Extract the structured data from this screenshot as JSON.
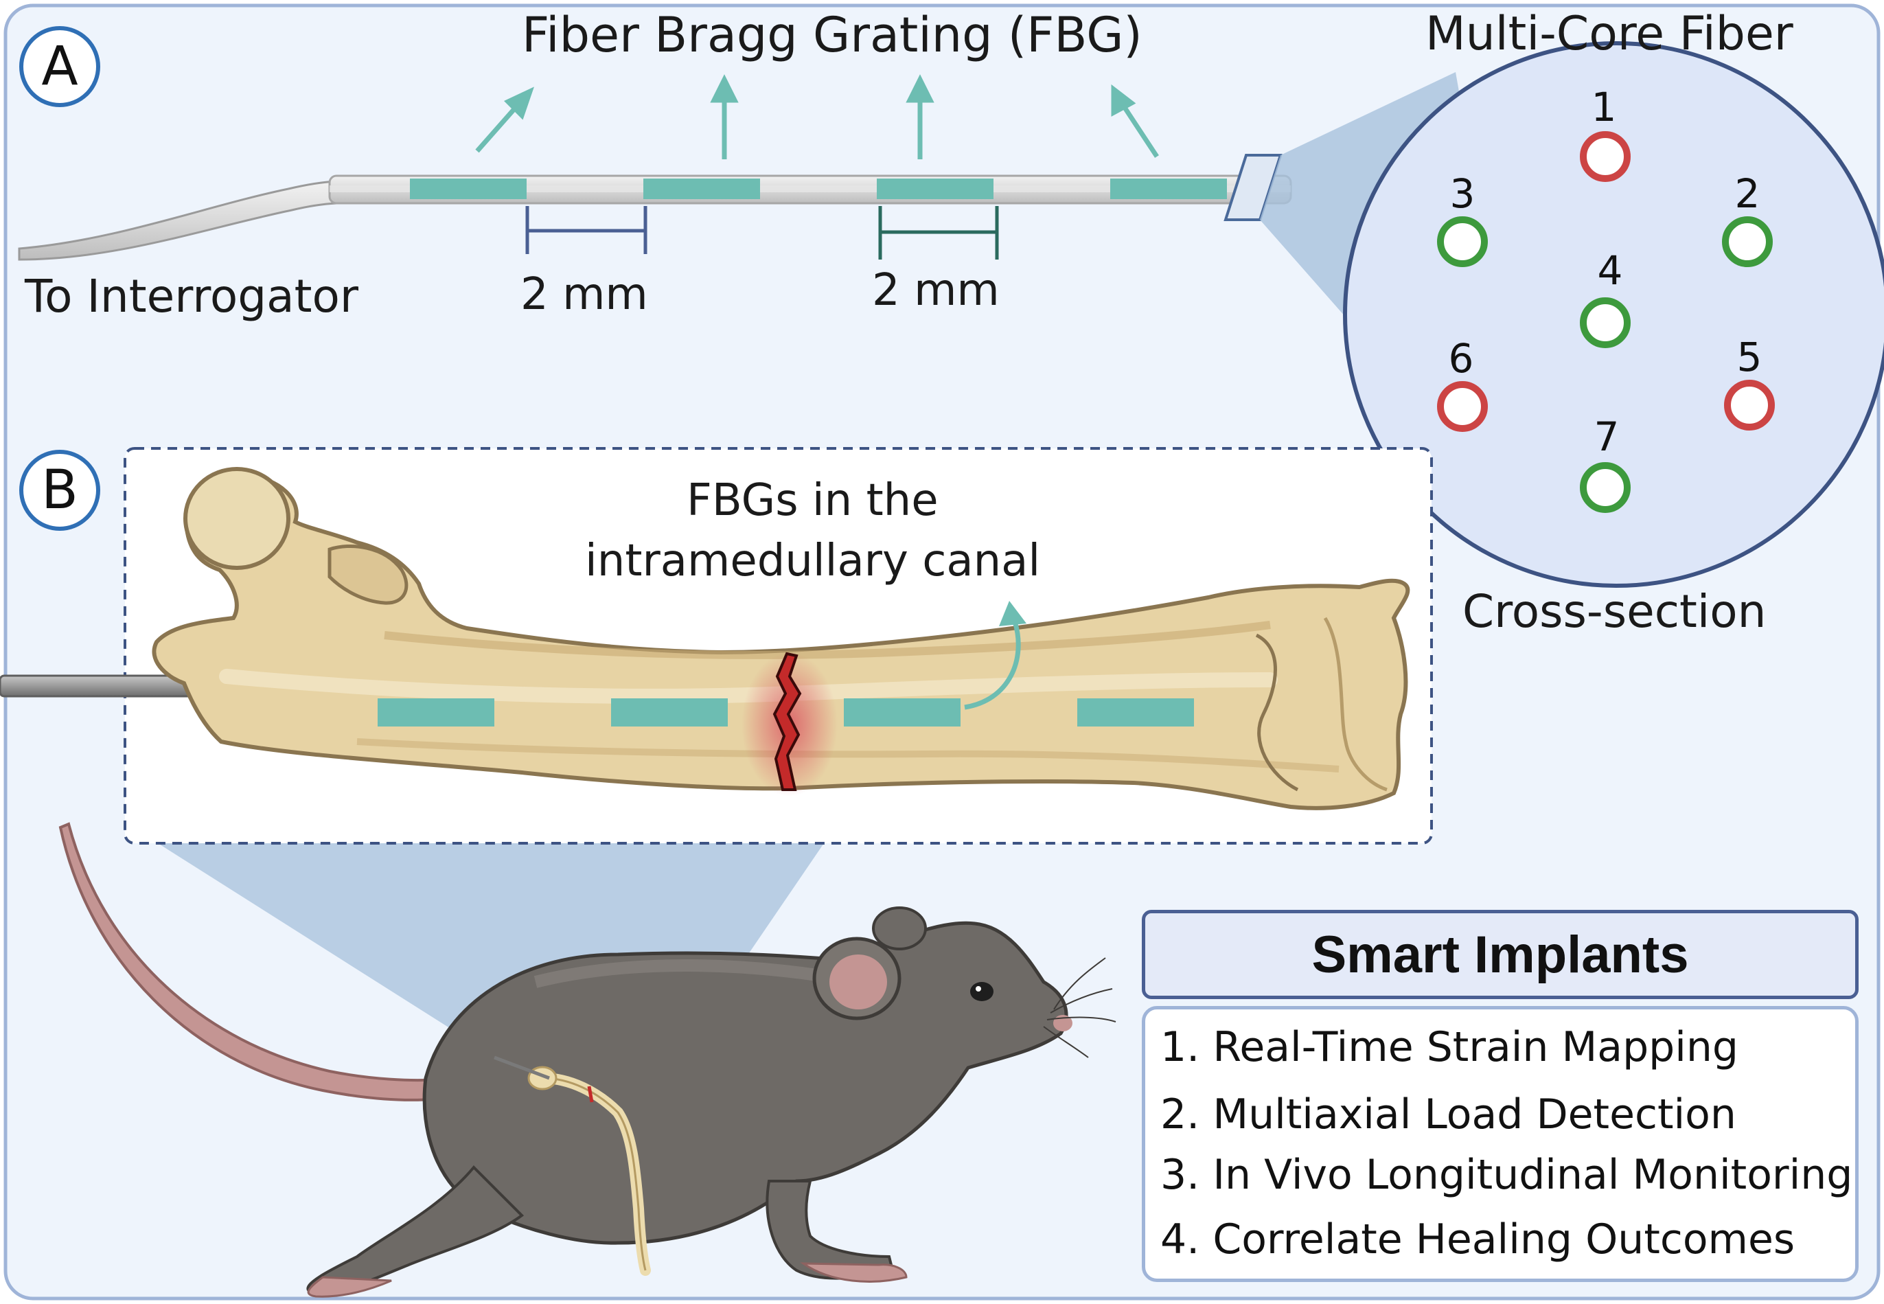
{
  "panel_a": {
    "letter": "A",
    "fbg_title": "Fiber Bragg Grating (FBG)",
    "multicore_title": "Multi-Core Fiber",
    "interrogator_label": "To Interrogator",
    "spacing_label_1": "2 mm",
    "spacing_label_2": "2 mm",
    "cross_section_label": "Cross-section",
    "cores": [
      {
        "number": "1",
        "color": "#cc4444"
      },
      {
        "number": "2",
        "color": "#3d9a3d"
      },
      {
        "number": "3",
        "color": "#3d9a3d"
      },
      {
        "number": "4",
        "color": "#3d9a3d"
      },
      {
        "number": "5",
        "color": "#cc4444"
      },
      {
        "number": "6",
        "color": "#cc4444"
      },
      {
        "number": "7",
        "color": "#3d9a3d"
      }
    ]
  },
  "panel_b": {
    "letter": "B",
    "canal_label_line1": "FBGs in the",
    "canal_label_line2": "intramedullary canal"
  },
  "smart_implants": {
    "title": "Smart Implants",
    "items": [
      "1. Real-Time Strain Mapping",
      "2. Multiaxial Load Detection",
      "3. In Vivo Longitudinal Monitoring",
      "4. Correlate Healing Outcomes"
    ]
  },
  "colors": {
    "background": "#eef4fc",
    "frame_border": "#9fb4d8",
    "fbg_teal": "#6dbdb2",
    "bone": "#e7d3a4",
    "bone_outline": "#8a7550",
    "fracture_red": "#c42a2a",
    "mouse_body": "#6e6a66",
    "tail_pink": "#c49593",
    "letter_circle": "#2f6fb5"
  }
}
